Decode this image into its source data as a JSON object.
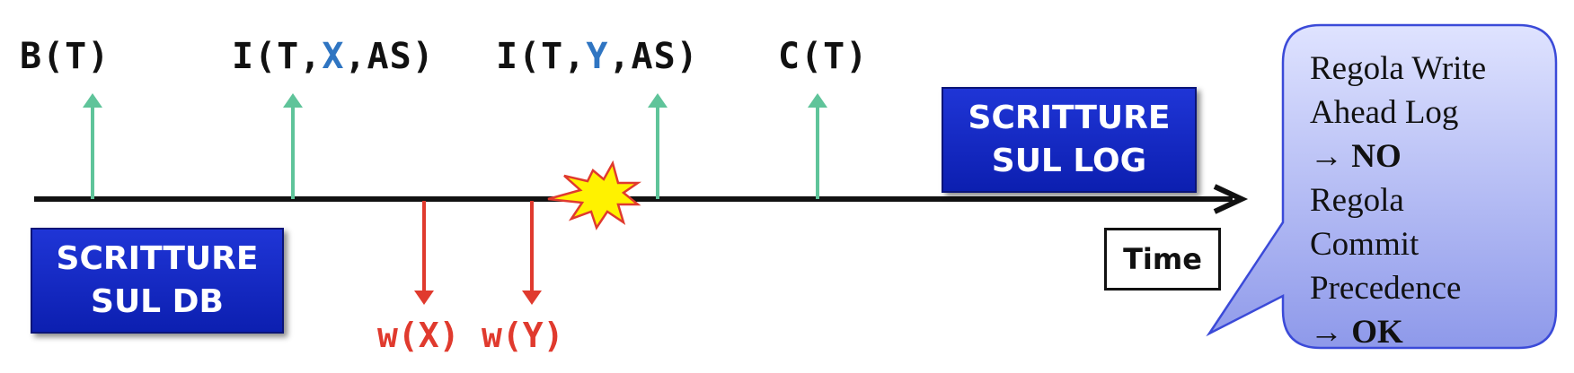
{
  "log_events": [
    {
      "id": "begin",
      "parts": [
        {
          "t": "B(T)",
          "c": "normal"
        }
      ]
    },
    {
      "id": "insert-x",
      "parts": [
        {
          "t": "I(T,",
          "c": "normal"
        },
        {
          "t": "X",
          "c": "blue"
        },
        {
          "t": ",AS)",
          "c": "normal"
        }
      ]
    },
    {
      "id": "insert-y",
      "parts": [
        {
          "t": "I(T,",
          "c": "normal"
        },
        {
          "t": "Y",
          "c": "blue"
        },
        {
          "t": ",AS)",
          "c": "normal"
        }
      ]
    },
    {
      "id": "commit",
      "parts": [
        {
          "t": "C(T)",
          "c": "normal"
        }
      ]
    }
  ],
  "db_writes": [
    "w(X)",
    "w(Y)"
  ],
  "boxes": {
    "log": [
      "SCRITTURE",
      "SUL LOG"
    ],
    "db": [
      "SCRITTURE",
      "SUL DB"
    ]
  },
  "time_label": "Time",
  "callout_lines": [
    {
      "text": "Regola Write",
      "bold": false
    },
    {
      "text": "Ahead Log",
      "bold": false
    },
    {
      "text": "→ NO",
      "bold": true
    },
    {
      "text": "Regola",
      "bold": false
    },
    {
      "text": "Commit",
      "bold": false
    },
    {
      "text": "Precedence",
      "bold": false
    },
    {
      "text": "→ OK",
      "bold": true
    }
  ],
  "colors": {
    "log_arrow": "#5fc49a",
    "db_arrow": "#e03a2e",
    "timeline": "#111111",
    "highlight": "#2f75c2",
    "box_fill": "#1428c8",
    "callout_fill": "#aab4f2",
    "crash_fill": "#fff200",
    "crash_stroke": "#e03a2e"
  }
}
